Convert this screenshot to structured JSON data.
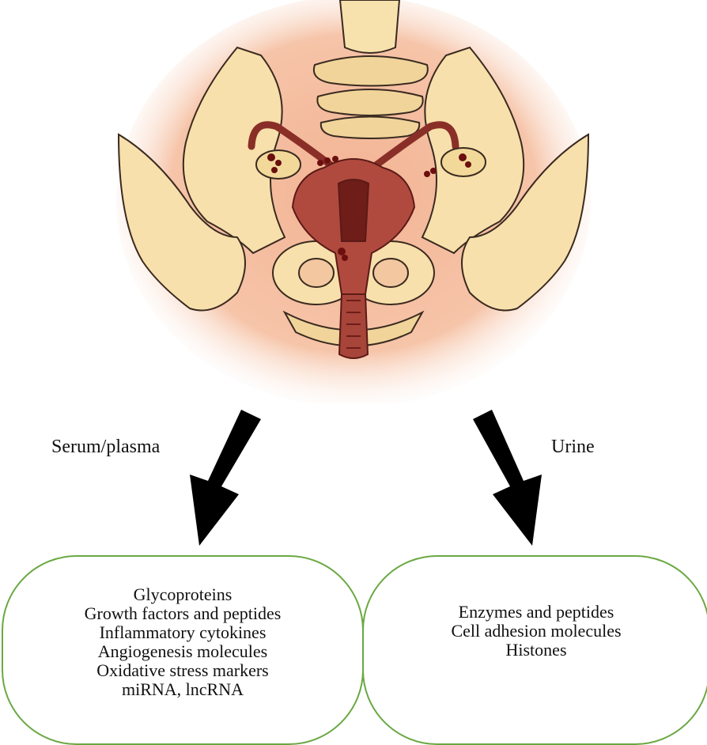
{
  "sources": {
    "left_label": "Serum/plasma",
    "right_label": "Urine"
  },
  "serum_markers": [
    "Glycoproteins",
    "Growth factors and peptides",
    "Inflammatory cytokines",
    "Angiogenesis molecules",
    "Oxidative stress markers",
    "miRNA, lncRNA"
  ],
  "urine_markers": [
    "Enzymes and peptides",
    "Cell adhesion molecules",
    "Histones"
  ],
  "colors": {
    "box_border": "#6aa843",
    "arrow": "#000000",
    "skin_glow": "#f2a98a",
    "bone": "#f7e0ab",
    "uterus": "#b04a3f",
    "lesion": "#6b0f0f"
  },
  "icons": {
    "illustration": "female-pelvis-endometriosis-illustration",
    "arrows": "down-arrow-icon"
  }
}
